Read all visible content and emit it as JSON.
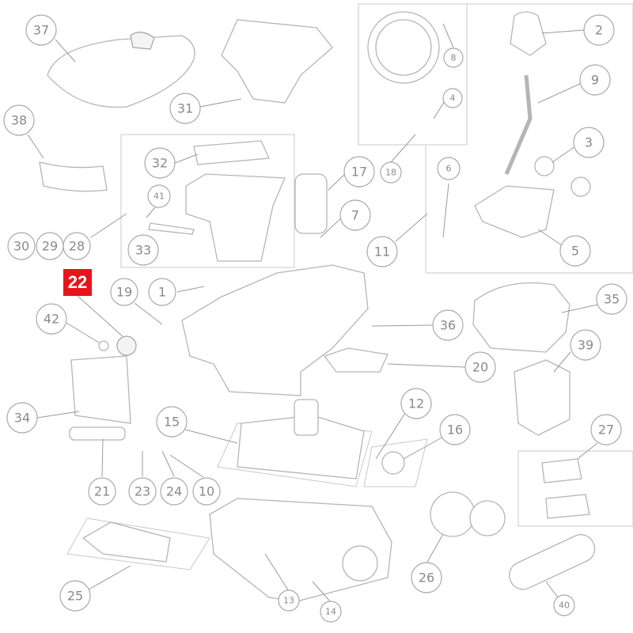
{
  "highlighted_part": "22",
  "callouts": [
    "37",
    "31",
    "8",
    "4",
    "18",
    "2",
    "9",
    "3",
    "38",
    "32",
    "17",
    "41",
    "7",
    "30",
    "29",
    "28",
    "33",
    "11",
    "6",
    "5",
    "19",
    "1",
    "35",
    "42",
    "36",
    "39",
    "20",
    "12",
    "16",
    "34",
    "15",
    "27",
    "21",
    "23",
    "24",
    "10",
    "26",
    "25",
    "13",
    "14",
    "40"
  ],
  "colors": {
    "highlight": "#e8141b",
    "line": "#a9a9a9"
  }
}
